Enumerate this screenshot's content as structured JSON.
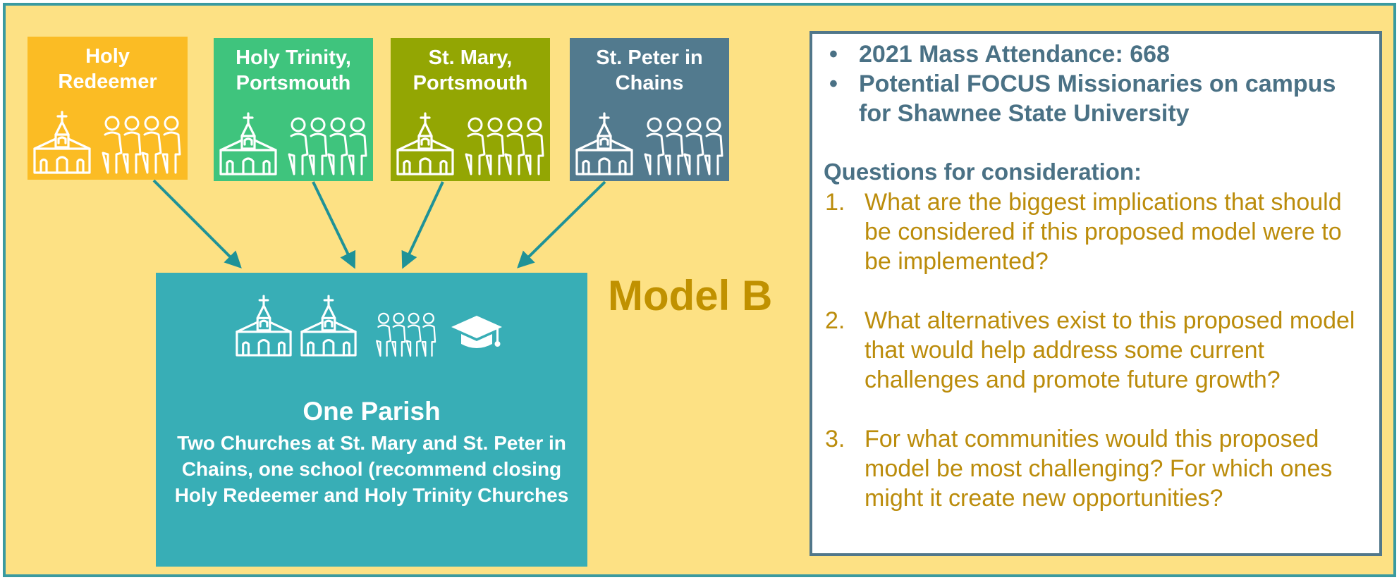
{
  "colors": {
    "background": "#fde184",
    "frame_border": "#3a9aa0",
    "merged_box": "#38aeb6",
    "arrow": "#1f9297",
    "model_label": "#c09100",
    "panel_border": "#51778a",
    "bullet_text": "#4a7185",
    "question_text": "#bb8c0b"
  },
  "parishes": [
    {
      "name": "Holy Redeemer",
      "color": "#fbbc24",
      "icons": [
        "church-icon",
        "people-icon"
      ]
    },
    {
      "name": "Holy Trinity, Portsmouth",
      "color": "#3fc47d",
      "icons": [
        "church-icon",
        "people-icon"
      ]
    },
    {
      "name": "St. Mary, Portsmouth",
      "color": "#93a603",
      "icons": [
        "church-icon",
        "people-icon"
      ]
    },
    {
      "name": "St. Peter in Chains",
      "color": "#527a8e",
      "icons": [
        "church-icon",
        "people-icon"
      ]
    }
  ],
  "merged": {
    "icons": [
      "church-icon",
      "church-icon",
      "people-icon",
      "graduation-cap-icon"
    ],
    "title": "One Parish",
    "description": "Two Churches at St. Mary and St. Peter in Chains, one school (recommend closing Holy Redeemer and Holy Trinity Churches"
  },
  "model_label": "Model B",
  "panel": {
    "bullet_marker": "•",
    "bullets": [
      "2021 Mass Attendance: 668",
      "Potential FOCUS Missionaries on campus for Shawnee State University"
    ],
    "questions_heading": "Questions for consideration:",
    "questions": [
      {
        "number": "1.",
        "text": "What are the biggest implications that should be considered if this proposed model were to be implemented?"
      },
      {
        "number": "2.",
        "text": "What alternatives exist to this proposed model that would help address some current challenges and promote future growth?"
      },
      {
        "number": "3.",
        "text": "For what communities would this proposed model be most challenging? For which ones might it create new opportunities?"
      }
    ]
  }
}
